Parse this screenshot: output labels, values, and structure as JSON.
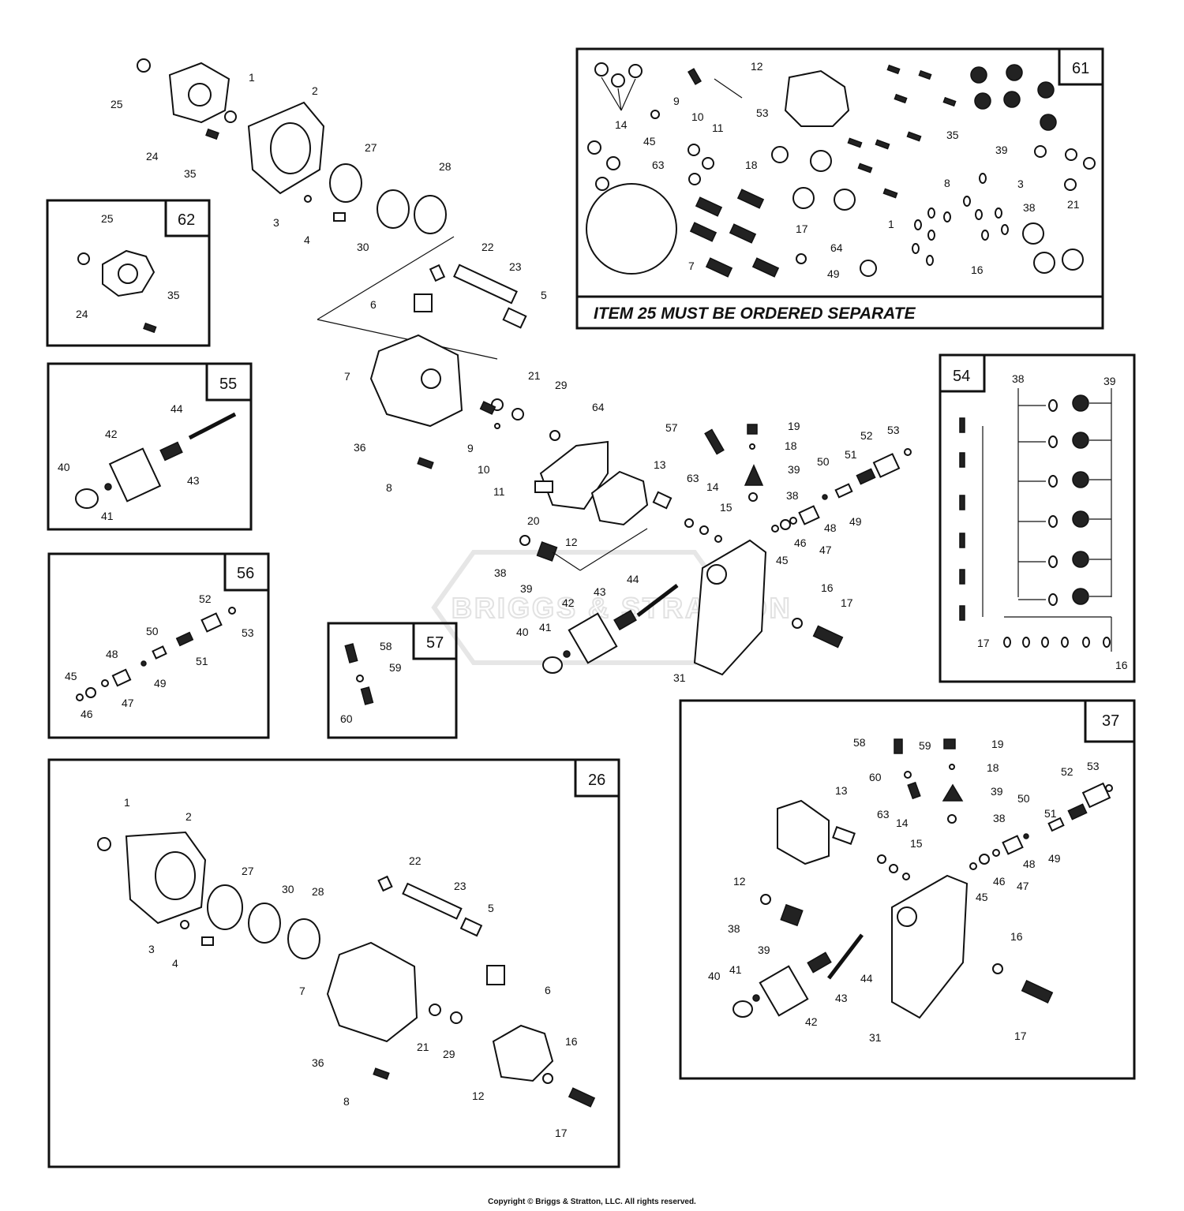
{
  "diagram": {
    "panels": {
      "p61": {
        "number": "61",
        "note": "ITEM 25 MUST BE ORDERED SEPARATE"
      },
      "p62": {
        "number": "62"
      },
      "p55": {
        "number": "55"
      },
      "p56": {
        "number": "56"
      },
      "p57": {
        "number": "57"
      },
      "p54": {
        "number": "54"
      },
      "p26": {
        "number": "26"
      },
      "p37": {
        "number": "37"
      }
    },
    "watermark": "BRIGGS & STRATTON",
    "callouts": {
      "top": [
        "25",
        "1",
        "2",
        "24",
        "35",
        "27",
        "28",
        "3",
        "4",
        "30",
        "22",
        "23",
        "6",
        "5",
        "7",
        "21",
        "29",
        "64",
        "36",
        "9",
        "10",
        "11",
        "8",
        "13",
        "20",
        "12",
        "57",
        "19",
        "18",
        "39",
        "38",
        "52",
        "53",
        "50",
        "51",
        "63",
        "14",
        "15",
        "48",
        "49",
        "46",
        "47",
        "45",
        "38",
        "39",
        "44",
        "43",
        "42",
        "40",
        "41",
        "16",
        "17",
        "31"
      ],
      "p61": [
        "14",
        "9",
        "10",
        "11",
        "12",
        "53",
        "45",
        "35",
        "39",
        "63",
        "18",
        "8",
        "3",
        "38",
        "21",
        "7",
        "17",
        "64",
        "1",
        "49",
        "16"
      ],
      "p62": [
        "25",
        "24",
        "35"
      ],
      "p55": [
        "44",
        "42",
        "43",
        "40",
        "41"
      ],
      "p56": [
        "52",
        "53",
        "50",
        "51",
        "48",
        "49",
        "45",
        "47",
        "46"
      ],
      "p57": [
        "58",
        "59",
        "60"
      ],
      "p54": [
        "38",
        "39",
        "17",
        "16"
      ],
      "p26": [
        "1",
        "2",
        "27",
        "30",
        "28",
        "22",
        "23",
        "5",
        "6",
        "3",
        "4",
        "7",
        "21",
        "29",
        "36",
        "8",
        "12",
        "16",
        "17"
      ],
      "p37": [
        "58",
        "59",
        "19",
        "18",
        "60",
        "39",
        "13",
        "38",
        "63",
        "14",
        "15",
        "52",
        "53",
        "50",
        "51",
        "12",
        "45",
        "46",
        "48",
        "49",
        "47",
        "38",
        "39",
        "41",
        "40",
        "44",
        "43",
        "42",
        "16",
        "31",
        "17"
      ]
    }
  },
  "footer": {
    "copyright": "Copyright © Briggs & Stratton, LLC. All rights reserved."
  }
}
